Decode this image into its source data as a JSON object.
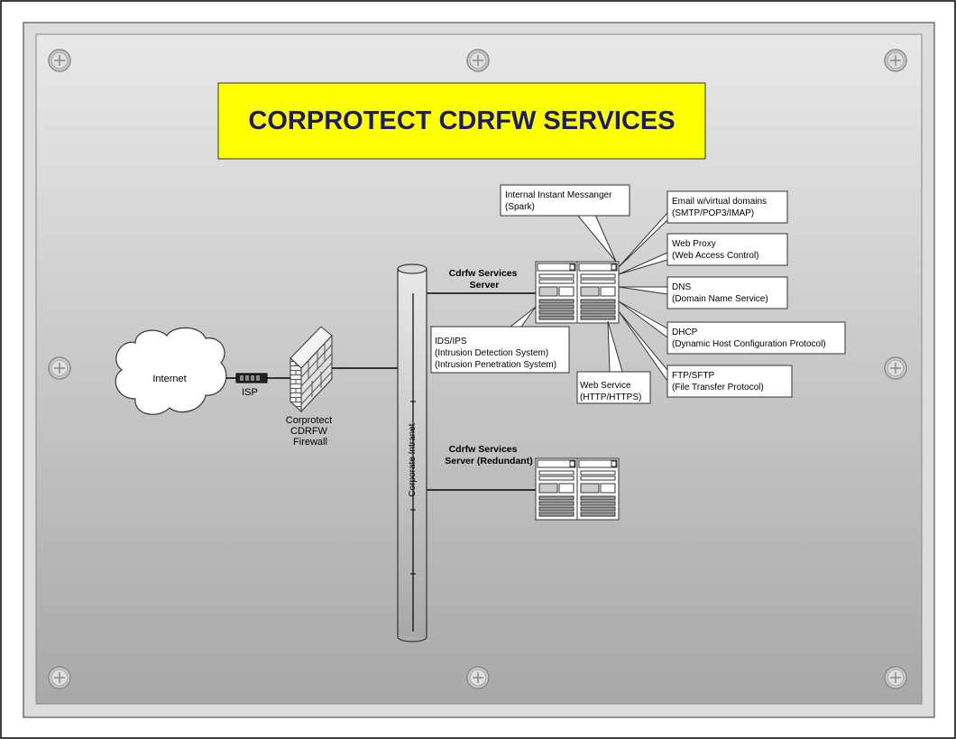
{
  "title": "CORPROTECT CDRFW SERVICES",
  "nodes": {
    "internet": "Internet",
    "isp": "ISP",
    "firewall": [
      "Corprotect",
      "CDRFW",
      "Firewall"
    ],
    "backbone": "Corporate Intranet",
    "server_primary": [
      "Cdrfw Services",
      "Server"
    ],
    "server_redundant": [
      "Cdrfw Services",
      "Server (Redundant)"
    ]
  },
  "services": {
    "im": [
      "Internal Instant Messanger",
      "(Spark)"
    ],
    "email": [
      "Email w/virtual domains",
      "(SMTP/POP3/IMAP)"
    ],
    "proxy": [
      "Web Proxy",
      "(Web Access Control)"
    ],
    "dns": [
      "DNS",
      "(Domain Name Service)"
    ],
    "dhcp": [
      "DHCP",
      "(Dynamic Host Configuration Protocol)"
    ],
    "ftp": [
      "FTP/SFTP",
      "(File Transfer Protocol)"
    ],
    "web": [
      "Web Service",
      "(HTTP/HTTPS)"
    ],
    "ids": [
      "IDS/IPS",
      "(Intrusion Detection System)",
      "(Intrusion Penetration System)"
    ]
  },
  "colors": {
    "title_bg": "#ffff00",
    "title_text": "#1a1a6e",
    "panel_light": "#e4e4e4",
    "panel_dark": "#b0b0b0"
  }
}
